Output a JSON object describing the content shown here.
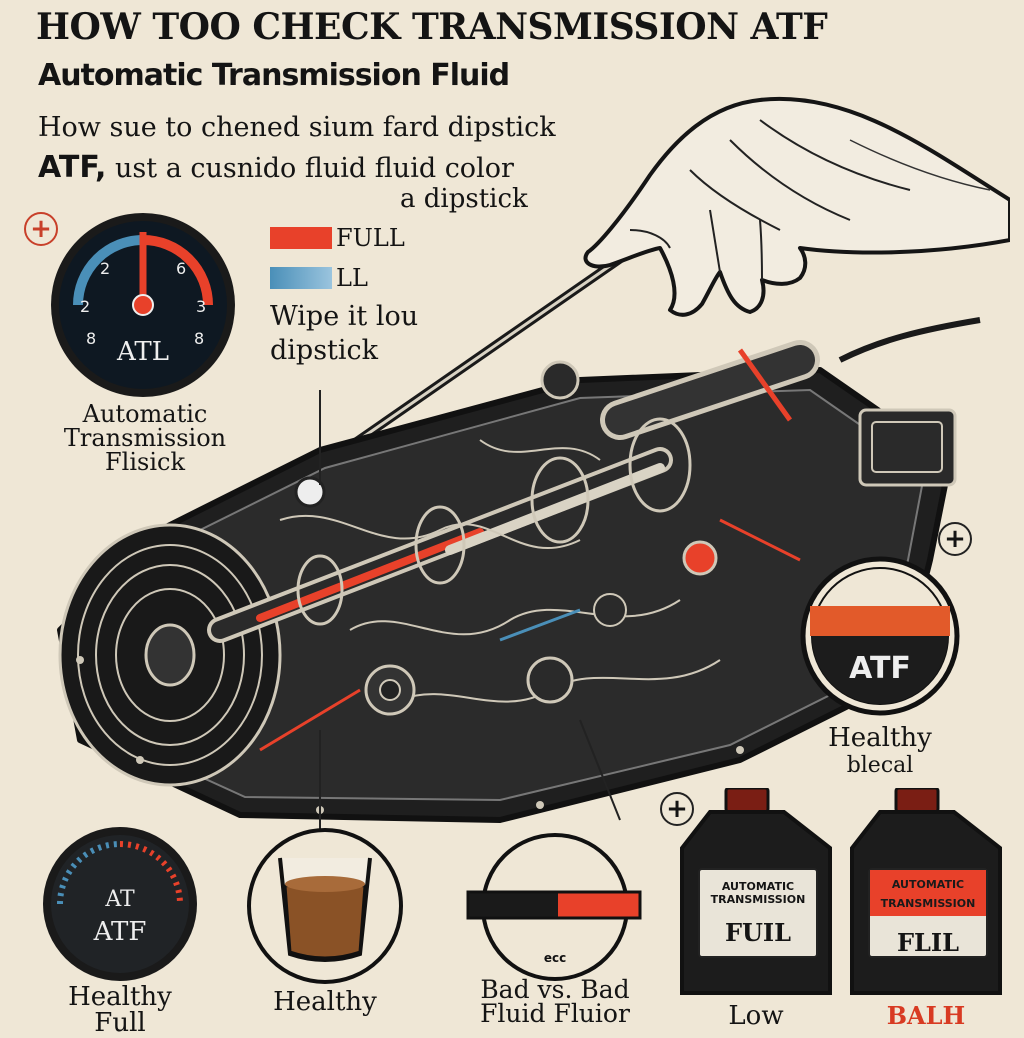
{
  "header": {
    "title": "HOW TOO CHECK TRANSMISSION ATF",
    "subtitle": "Automatic Transmission Fluid"
  },
  "intro": {
    "line1": "How sue to chened sium fard dipstick",
    "line2_bold": "ATF,",
    "line2_rest": " ust a cusnido fluid fluid color",
    "line3": "a dipstick"
  },
  "dipstick_legend": {
    "full_label": "FULL",
    "low_label": "LL"
  },
  "step_text": {
    "line1": "Wipe it lou",
    "line2": "dipstick"
  },
  "gauge_top": {
    "ticks": [
      "2",
      "6",
      "2",
      "3",
      "8",
      "8"
    ],
    "label": "ATL",
    "caption_line1": "Automatic",
    "caption_line2": "Transmission",
    "caption_line3": "Flisick"
  },
  "atf_badge": {
    "label": "ATF",
    "caption_line1": "Healthy",
    "caption_line2": "blecal"
  },
  "gauge_bottom": {
    "line1": "AT",
    "line2": "ATF",
    "caption_line1": "Healthy",
    "caption_line2": "Full"
  },
  "cup": {
    "caption": "Healthy"
  },
  "bar_badge": {
    "small_text": "ecc",
    "caption_line1": "Bad vs. Bad",
    "caption_line2": "Fluid Fluior"
  },
  "bottle_left": {
    "label_small_1": "AUTOMATIC",
    "label_small_2": "TRANSMISSION",
    "label_big": "FUIL",
    "caption": "Low"
  },
  "bottle_right": {
    "label_small_1": "AUTOMATIC",
    "label_small_2": "TRANSMISSION",
    "label_big": "FLIL",
    "caption": "BALH"
  },
  "colors": {
    "background": "#efe7d6",
    "ink": "#141414",
    "red": "#e8412a",
    "blue": "#4a8fb8",
    "fluid_brown": "#8a5226",
    "gauge_face": "#0e1822"
  },
  "icons": [
    "plus-icon",
    "hand-icon",
    "transmission-illustration",
    "gauge-icon",
    "bottle-icon",
    "cup-icon"
  ]
}
